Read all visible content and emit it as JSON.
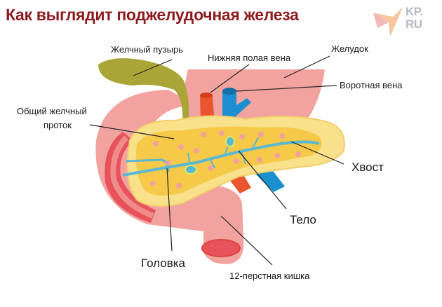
{
  "title": "Как выглядит поджелудочная железа",
  "logo": {
    "text_line1": "KP.",
    "text_line2": "RU",
    "icon": "bird-icon"
  },
  "labels": {
    "gallbladder": "Желчный пузырь",
    "ivc": "Нижняя полая вена",
    "stomach": "Желудок",
    "portal_vein": "Воротная вена",
    "common_bile_duct_1": "Общий желчный",
    "common_bile_duct_2": "проток",
    "tail": "Хвост",
    "body": "Тело",
    "head": "Головка",
    "duodenum": "12-перстная кишка"
  },
  "colors": {
    "title": "#8e1b1f",
    "stomach": "#f2a3a0",
    "duodenum_inner": "#e8525a",
    "gallbladder": "#a9a637",
    "pancreas_outer": "#f9e08a",
    "pancreas_inner": "#f7c948",
    "duct": "#5bb8d2",
    "artery": "#e9552e",
    "vein": "#1b8fd0",
    "lobule": "#f2a39c"
  }
}
